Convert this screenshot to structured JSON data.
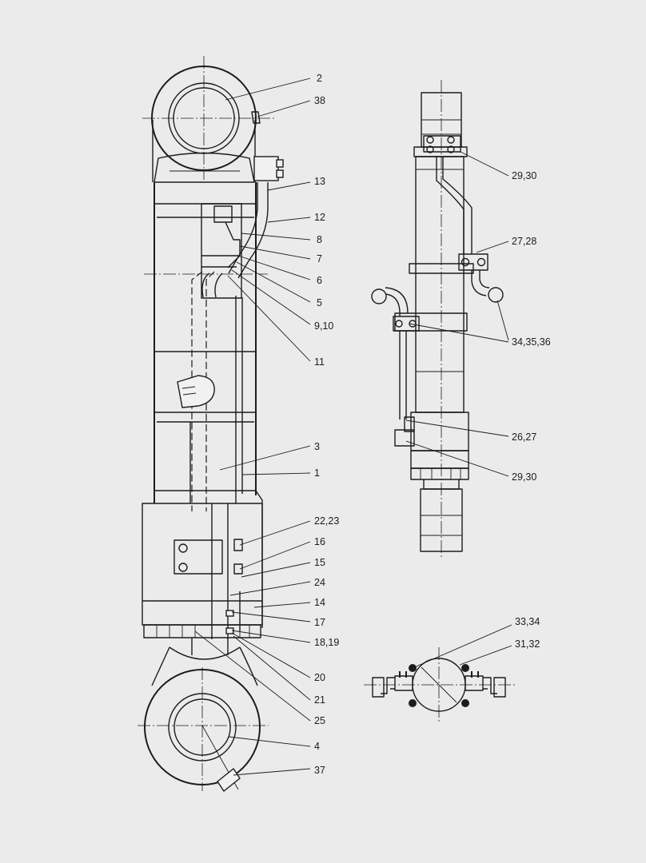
{
  "callouts": [
    {
      "id": "2",
      "label": "2"
    },
    {
      "id": "38",
      "label": "38"
    },
    {
      "id": "13",
      "label": "13"
    },
    {
      "id": "12",
      "label": "12"
    },
    {
      "id": "8",
      "label": "8"
    },
    {
      "id": "7",
      "label": "7"
    },
    {
      "id": "6",
      "label": "6"
    },
    {
      "id": "5",
      "label": "5"
    },
    {
      "id": "9-10",
      "label": "9,10"
    },
    {
      "id": "11",
      "label": "11"
    },
    {
      "id": "3",
      "label": "3"
    },
    {
      "id": "1",
      "label": "1"
    },
    {
      "id": "22-23",
      "label": "22,23"
    },
    {
      "id": "16",
      "label": "16"
    },
    {
      "id": "15",
      "label": "15"
    },
    {
      "id": "24",
      "label": "24"
    },
    {
      "id": "14",
      "label": "14"
    },
    {
      "id": "17",
      "label": "17"
    },
    {
      "id": "18-19",
      "label": "18,19"
    },
    {
      "id": "20",
      "label": "20"
    },
    {
      "id": "21",
      "label": "21"
    },
    {
      "id": "25",
      "label": "25"
    },
    {
      "id": "4",
      "label": "4"
    },
    {
      "id": "37",
      "label": "37"
    },
    {
      "id": "29-30-top",
      "label": "29,30"
    },
    {
      "id": "27-28",
      "label": "27,28"
    },
    {
      "id": "34-35-36",
      "label": "34,35,36"
    },
    {
      "id": "26-27",
      "label": "26,27"
    },
    {
      "id": "29-30-bottom",
      "label": "29,30"
    },
    {
      "id": "33-34",
      "label": "33,34"
    },
    {
      "id": "31-32",
      "label": "31,32"
    }
  ]
}
